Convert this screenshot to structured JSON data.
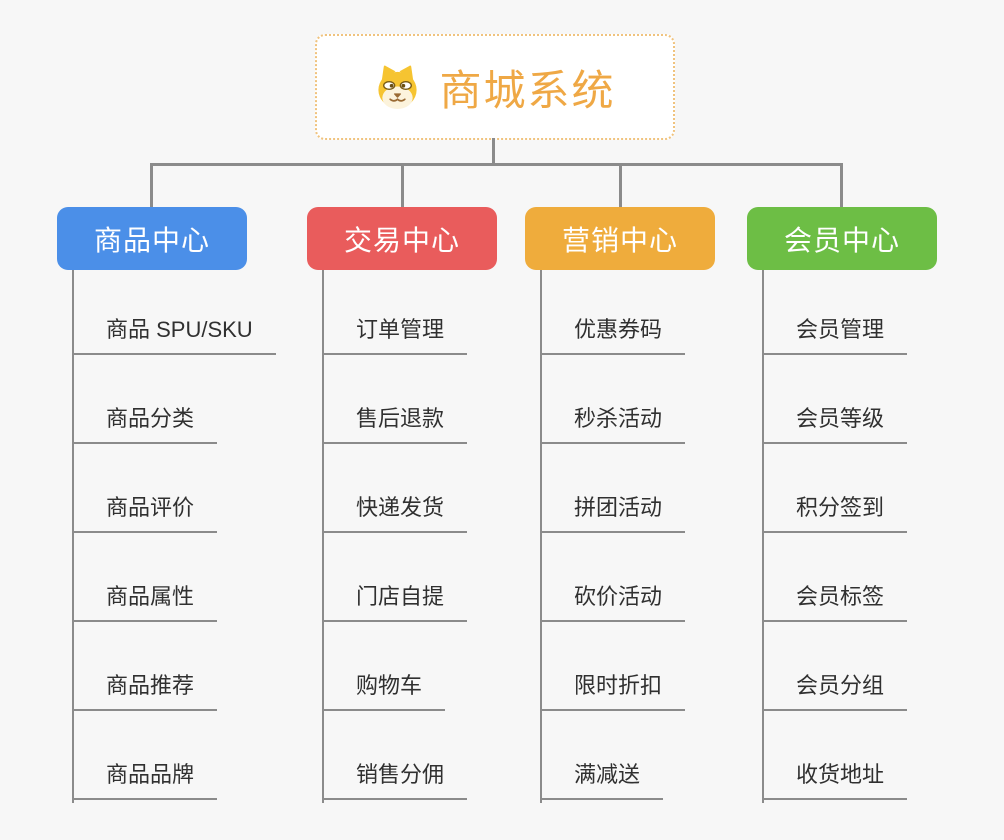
{
  "page": {
    "background_color": "#f7f7f7",
    "connector_color": "#8b8b8b",
    "item_text_color": "#303030"
  },
  "root": {
    "title": "商城系统",
    "icon": "dog-face-icon",
    "title_color": "#efa845",
    "border_color": "#f0c37e"
  },
  "branches": [
    {
      "label": "商品中心",
      "color": "#4b8fe8",
      "items": [
        "商品 SPU/SKU",
        "商品分类",
        "商品评价",
        "商品属性",
        "商品推荐",
        "商品品牌"
      ]
    },
    {
      "label": "交易中心",
      "color": "#e95c5c",
      "items": [
        "订单管理",
        "售后退款",
        "快递发货",
        "门店自提",
        "购物车",
        "销售分佣"
      ]
    },
    {
      "label": "营销中心",
      "color": "#efac3c",
      "items": [
        "优惠券码",
        "秒杀活动",
        "拼团活动",
        "砍价活动",
        "限时折扣",
        "满减送"
      ]
    },
    {
      "label": "会员中心",
      "color": "#6dbe45",
      "items": [
        "会员管理",
        "会员等级",
        "积分签到",
        "会员标签",
        "会员分组",
        "收货地址"
      ]
    }
  ]
}
